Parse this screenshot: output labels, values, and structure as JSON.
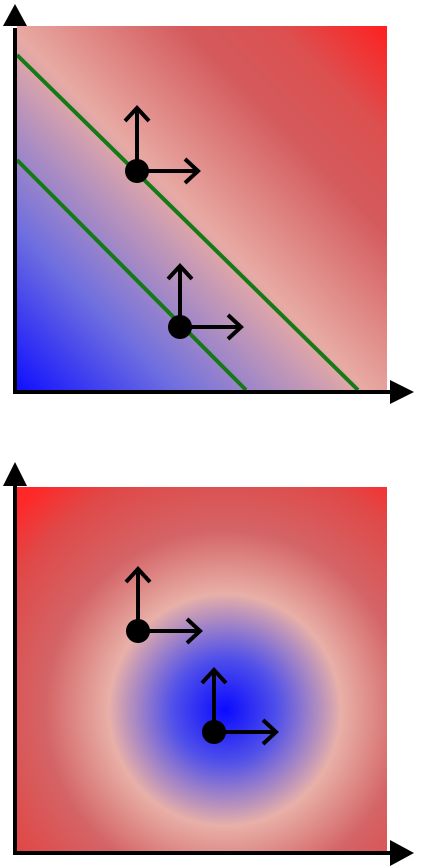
{
  "panels": [
    {
      "name": "linear-field",
      "description_type": "linear-gradient",
      "colors": {
        "low": "#1010ff",
        "mid": "#e8aaa4",
        "high_mid": "#d45a5c",
        "high": "#ff2020"
      },
      "contour_lines": 2,
      "contour_color": "#157a15",
      "points": 2
    },
    {
      "name": "radial-field",
      "description_type": "radial-gradient",
      "colors": {
        "low": "#0a0aff",
        "mid": "#e8b0a8",
        "high_mid": "#d46466",
        "high": "#ff2828"
      },
      "points": 2
    }
  ],
  "axis_color": "#000000"
}
